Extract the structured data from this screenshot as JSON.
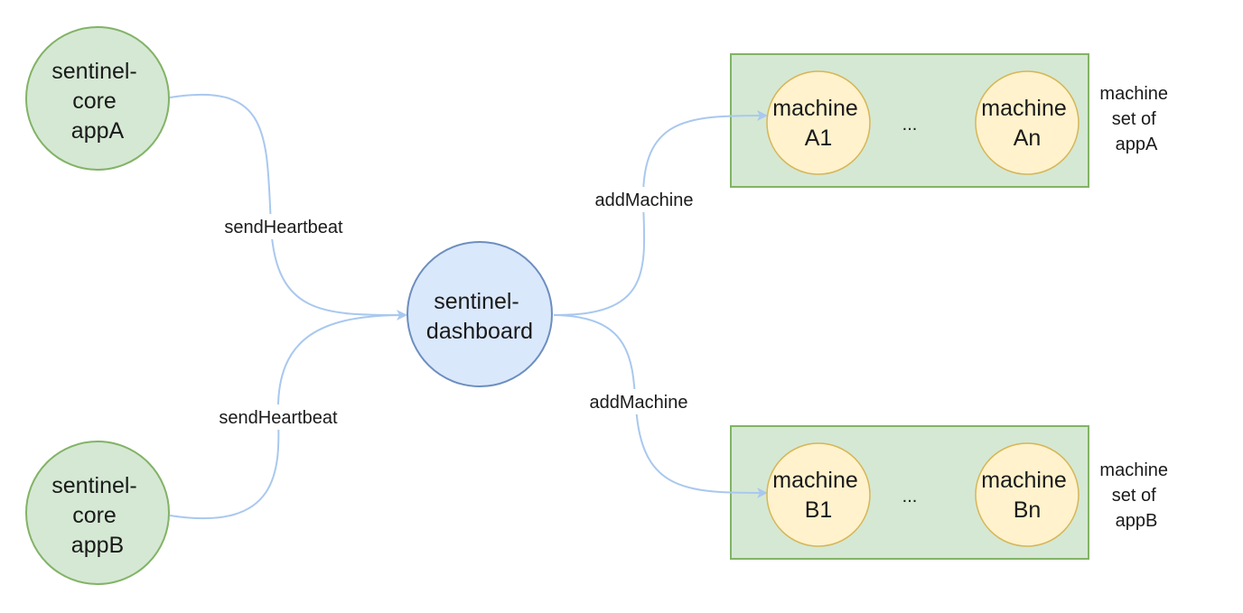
{
  "colors": {
    "app_fill": "#d5e8d4",
    "app_stroke": "#82b366",
    "dashboard_fill": "#dae8fc",
    "dashboard_stroke": "#6c8ebf",
    "machine_fill": "#fff2cc",
    "machine_stroke": "#d6b656",
    "set_fill": "#d5e8d4",
    "set_stroke": "#82b366",
    "edge": "#a9c8ef"
  },
  "nodes": {
    "appA": [
      "sentinel-",
      "core",
      "appA"
    ],
    "appB": [
      "sentinel-",
      "core",
      "appB"
    ],
    "dashboard": [
      "sentinel-",
      "dashboard"
    ],
    "machineA1": [
      "machine",
      "A1"
    ],
    "machineAn": [
      "machine",
      "An"
    ],
    "machineB1": [
      "machine",
      "B1"
    ],
    "machineBn": [
      "machine",
      "Bn"
    ],
    "ellipsisA": "...",
    "ellipsisB": "..."
  },
  "edges": {
    "heartbeat_a": "sendHeartbeat",
    "heartbeat_b": "sendHeartbeat",
    "add_machine_a": "addMachine",
    "add_machine_b": "addMachine"
  },
  "sets": {
    "setA": [
      "machine",
      "set of",
      "appA"
    ],
    "setB": [
      "machine",
      "set of",
      "appB"
    ]
  }
}
